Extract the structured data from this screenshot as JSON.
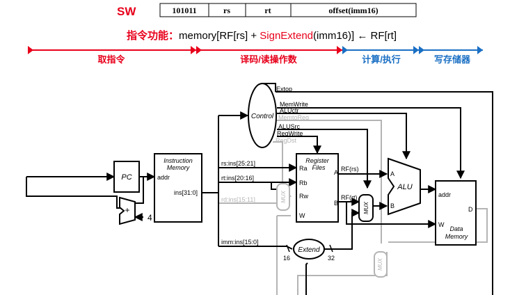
{
  "header": {
    "instr_name": "SW",
    "fields": [
      "101011",
      "rs",
      "rt",
      "offset(imm16)"
    ]
  },
  "function_line": {
    "prefix": "指令功能：",
    "part1": "memory[RF[rs] + ",
    "part2": "SignExtend",
    "part3": "(imm16)] ← RF[rt]"
  },
  "stages": [
    {
      "label": "取指令",
      "color": "#e8001b"
    },
    {
      "label": "译码/读操作数",
      "color": "#e8001b"
    },
    {
      "label": "计算/执行",
      "color": "#1a6fc4"
    },
    {
      "label": "写存储器",
      "color": "#1a6fc4"
    }
  ],
  "blocks": {
    "pc": "PC",
    "adder": "+",
    "four": "4",
    "im_title_1": "Instruction",
    "im_title_2": "Memory",
    "im_addr": "addr",
    "im_out": "ins[31:0]",
    "control": "Control",
    "rf_title_1": "Register",
    "rf_title_2": "Files",
    "rf_ra": "Ra",
    "rf_rb": "Rb",
    "rf_rw": "Rw",
    "rf_w": "W",
    "rf_a": "A",
    "rf_b": "B",
    "alu": "ALU",
    "alu_a": "A",
    "alu_b": "B",
    "dm_addr": "addr",
    "dm_d": "D",
    "dm_w": "W",
    "dm_title_1": "Data",
    "dm_title_2": "Memory",
    "extend": "Extend",
    "mux": "MUX",
    "ext_in": "16",
    "ext_out": "32"
  },
  "signals": {
    "extop": "Extop",
    "memwrite": "MemWrite",
    "aluctr": "ALUctr",
    "memtoreg": "MemtoReg",
    "alusrc": "ALUSrc",
    "regwrite": "RegWrite",
    "regdst": "RegDst",
    "rs": "rs:ins[25:21]",
    "rt": "rt:ins[20:16]",
    "rd": "rd:ins[15:11]",
    "imm": "imm:ins[15:0]",
    "rf_rs": "RF(rs)",
    "rf_rt": "RF(rt)"
  },
  "colors": {
    "active": "#000000",
    "inactive": "#b4b4b4",
    "red": "#e8001b",
    "blue": "#1a6fc4"
  }
}
